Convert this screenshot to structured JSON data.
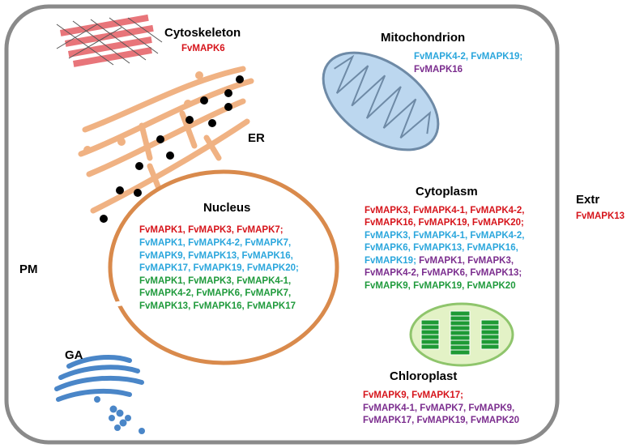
{
  "colors": {
    "cell_border": "#8a8a8a",
    "red": "#d6141b",
    "blue": "#2aa6dc",
    "purple": "#7b2d8e",
    "green": "#1f9a3c",
    "er": "#f0b283",
    "nucleus": "#d98a4c",
    "mito_fill": "#bcd7ef",
    "mito_stroke": "#6e8aa6",
    "chloro_fill": "#e3f2c6",
    "chloro_stroke": "#8fc56c",
    "thylakoid": "#1e9a35",
    "golgi": "#4a86c8",
    "cytoskeleton": "#e8757a"
  },
  "labels": {
    "cytoskeleton": "Cytoskeleton",
    "mitochondrion": "Mitochondrion",
    "er": "ER",
    "nucleus": "Nucleus",
    "cytoplasm": "Cytoplasm",
    "extr": "Extr",
    "pm": "PM",
    "ga": "GA",
    "chloroplast": "Chloroplast"
  },
  "genes": {
    "cytoskeleton": [
      "FvMAPK6"
    ],
    "mitochondrion": [
      "FvMAPK4-2, FvMAPK19;",
      "FvMAPK16"
    ],
    "extr": [
      "FvMAPK13"
    ],
    "nucleus": [
      "FvMAPK1, FvMAPK3, FvMAPK7;",
      "FvMAPK1, FvMAPK4-2, FvMAPK7,",
      "FvMAPK9, FvMAPK13, FvMAPK16,",
      "FvMAPK17, FvMAPK19, FvMAPK20;",
      "FvMAPK1, FvMAPK3, FvMAPK4-1,",
      "FvMAPK4-2, FvMAPK6, FvMAPK7,",
      "FvMAPK13, FvMAPK16, FvMAPK17"
    ],
    "cytoplasm": [
      "FvMAPK3, FvMAPK4-1, FvMAPK4-2,",
      "FvMAPK16, FvMAPK19, FvMAPK20;",
      "FvMAPK3, FvMAPK4-1, FvMAPK4-2,",
      "FvMAPK6, FvMAPK13, FvMAPK16,",
      "FvMAPK19;",
      " FvMAPK1, FvMAPK3,",
      "FvMAPK4-2, FvMAPK6, FvMAPK13;",
      "FvMAPK9, FvMAPK19, FvMAPK20"
    ],
    "chloroplast": [
      "FvMAPK9, FvMAPK17;",
      "FvMAPK4-1, FvMAPK7, FvMAPK9,",
      "FvMAPK17, FvMAPK19, FvMAPK20"
    ]
  }
}
